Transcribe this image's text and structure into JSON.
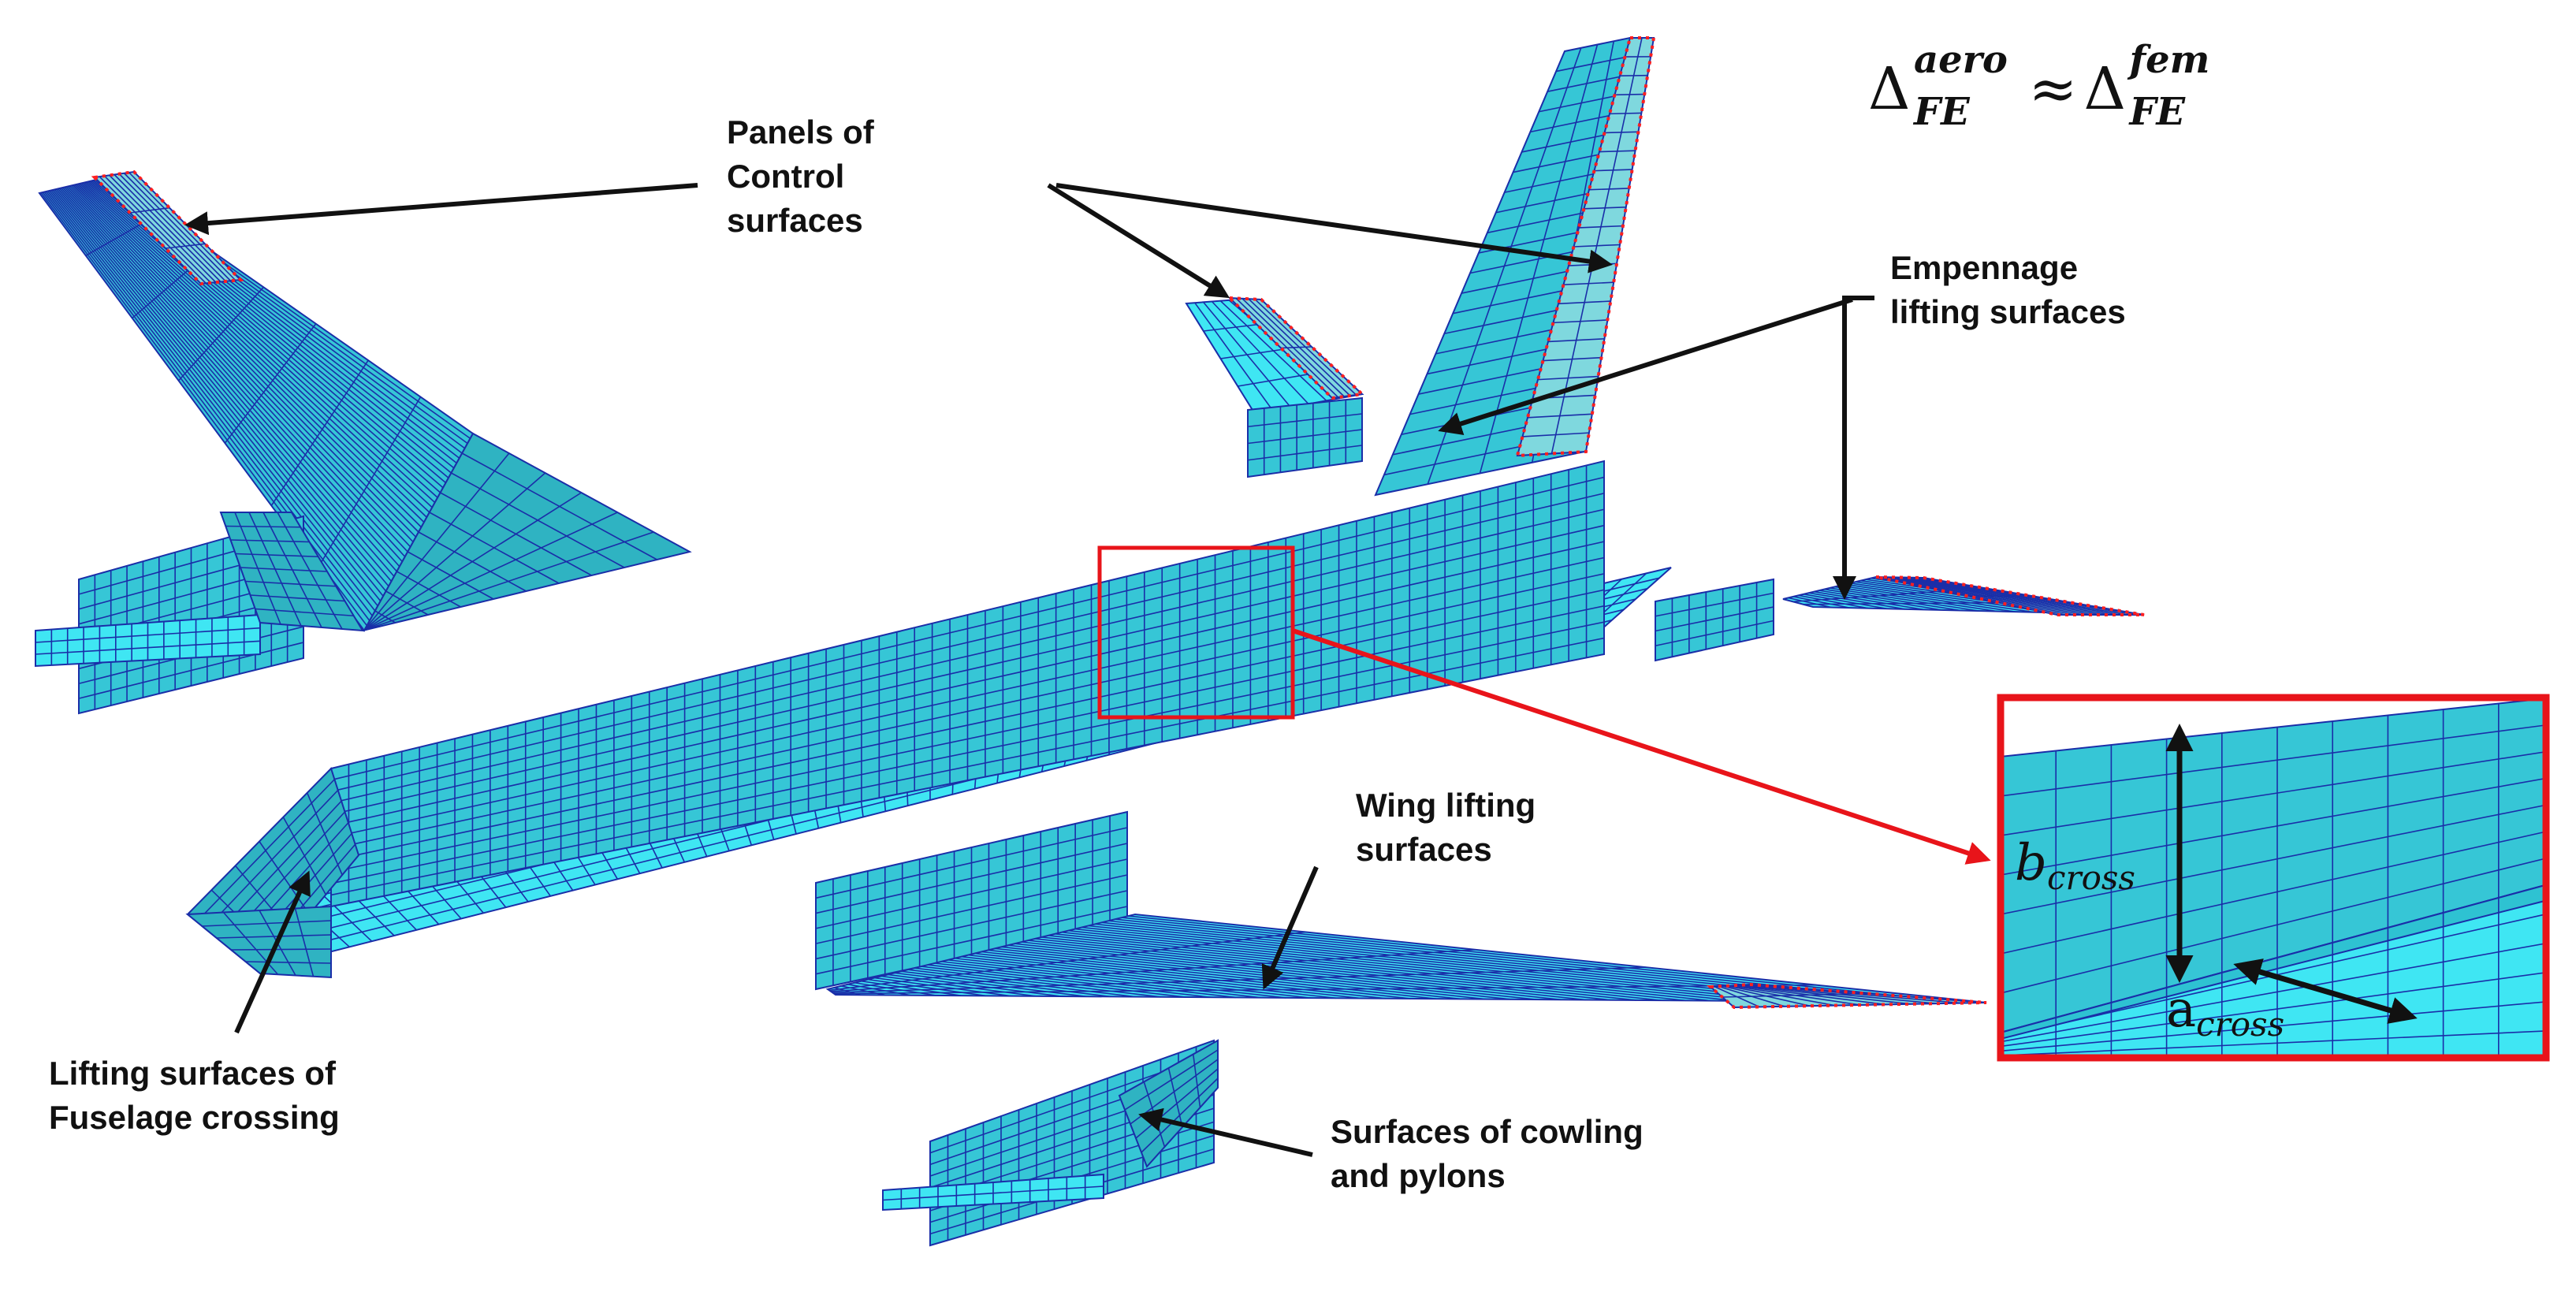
{
  "formula": {
    "left_base": "Δ",
    "left_sup": "aero",
    "left_sub": "FE",
    "relation": "≈",
    "right_base": "Δ",
    "right_sup": "fem",
    "right_sub": "FE"
  },
  "labels": {
    "control_panels": [
      "Panels of",
      "Control",
      "surfaces"
    ],
    "empennage": [
      "Empennage",
      "lifting surfaces"
    ],
    "wing": [
      "Wing lifting",
      "surfaces"
    ],
    "fuselage_crossing": [
      "Lifting surfaces of",
      "Fuselage crossing"
    ],
    "cowling": [
      "Surfaces of cowling",
      "and pylons"
    ]
  },
  "inset": {
    "b_label": "b",
    "b_sub": "cross",
    "a_label": "a",
    "a_sub": "cross"
  },
  "colors": {
    "mesh_fill": "#36c6d6",
    "mesh_fill_dark": "#2fb3c2",
    "mesh_fill_light": "#3fe6f3",
    "mesh_line": "#1a2ea8",
    "control_surface": "#7fd8de",
    "dotted_outline": "#ff2020",
    "callout_box": "#e8141a",
    "arrow": "#111111"
  }
}
